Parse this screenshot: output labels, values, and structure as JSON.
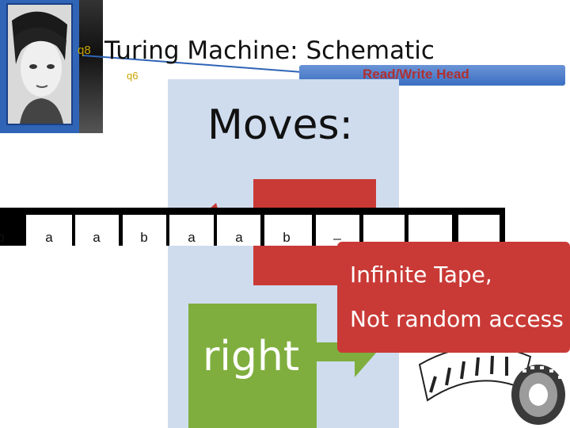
{
  "photo": {
    "icon": "person-portrait-photo"
  },
  "title": "Turing Machine: Schematic",
  "states": {
    "upper": "q8",
    "lower": "q6"
  },
  "head": {
    "label": "Read/Write Head"
  },
  "moves": {
    "heading": "Moves:",
    "right_label": "right"
  },
  "tape": {
    "cells": [
      "b",
      "a",
      "a",
      "b",
      "a",
      "a",
      "b",
      "_",
      "",
      "",
      ""
    ]
  },
  "info": {
    "line1": "Infinite Tape,",
    "line2": "Not random access"
  },
  "colors": {
    "red": "#c93a36",
    "green": "#7fae3e",
    "blue": "#2f64b6",
    "panel": "#cfdcee",
    "state": "#c8a400"
  }
}
